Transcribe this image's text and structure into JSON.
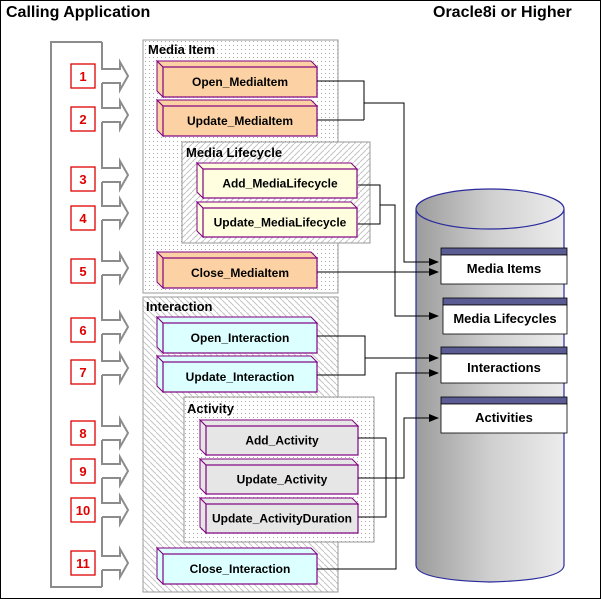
{
  "header": {
    "left_title": "Calling Application",
    "right_title": "Oracle8i or Higher"
  },
  "colors": {
    "media_item_box": "#fcd2a4",
    "lifecycle_box": "#ffffe0",
    "interaction_box": "#dcffff",
    "activity_box": "#e6e6e6",
    "box_border": "#800080",
    "step_number": "#e00000",
    "arrow_gray": "#8c8c8c",
    "db_outline": "#2a2a9c",
    "table_header": "#5c5c94"
  },
  "steps": [
    "1",
    "2",
    "3",
    "4",
    "5",
    "6",
    "7",
    "8",
    "9",
    "10",
    "11"
  ],
  "groups": {
    "media_item": {
      "label": "Media Item",
      "open": "Open_MediaItem",
      "update": "Update_MediaItem",
      "close": "Close_MediaItem"
    },
    "media_lifecycle": {
      "label": "Media Lifecycle",
      "add": "Add_MediaLifecycle",
      "update": "Update_MediaLifecycle"
    },
    "interaction": {
      "label": "Interaction",
      "open": "Open_Interaction",
      "update": "Update_Interaction",
      "close": "Close_Interaction"
    },
    "activity": {
      "label": "Activity",
      "add": "Add_Activity",
      "update": "Update_Activity",
      "update_duration": "Update_ActivityDuration"
    }
  },
  "database": {
    "tables": [
      "Media Items",
      "Media Lifecycles",
      "Interactions",
      "Activities"
    ]
  }
}
